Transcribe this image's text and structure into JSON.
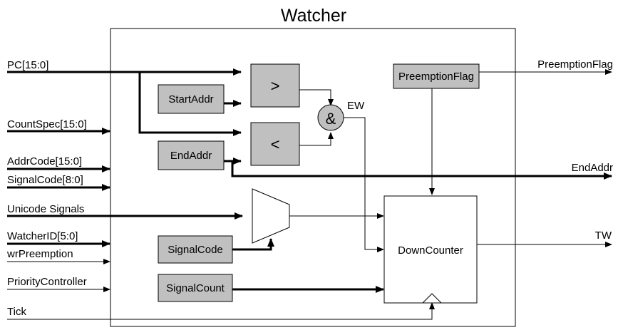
{
  "diagram": {
    "title": "Watcher",
    "inputs": {
      "pc": "PC[15:0]",
      "count_spec": "CountSpec[15:0]",
      "addr_code": "AddrCode[15:0]",
      "signal_code": "SignalCode[8:0]",
      "unicode_signals": "Unicode Signals",
      "watcher_id": "WatcherID[5:0]",
      "wr_preemption": "wrPreemption",
      "priority_controller": "PriorityController",
      "tick": "Tick"
    },
    "outputs": {
      "preemption_flag": "PreemptionFlag",
      "end_addr": "EndAddr",
      "tw": "TW"
    },
    "blocks": {
      "start_addr": "StartAddr",
      "end_addr": "EndAddr",
      "greater_than": ">",
      "less_than": "<",
      "and_gate": "&",
      "ew": "EW",
      "preemption_flag": "PreemptionFlag",
      "signal_code": "SignalCode",
      "signal_count": "SignalCount",
      "down_counter": "DownCounter"
    }
  }
}
